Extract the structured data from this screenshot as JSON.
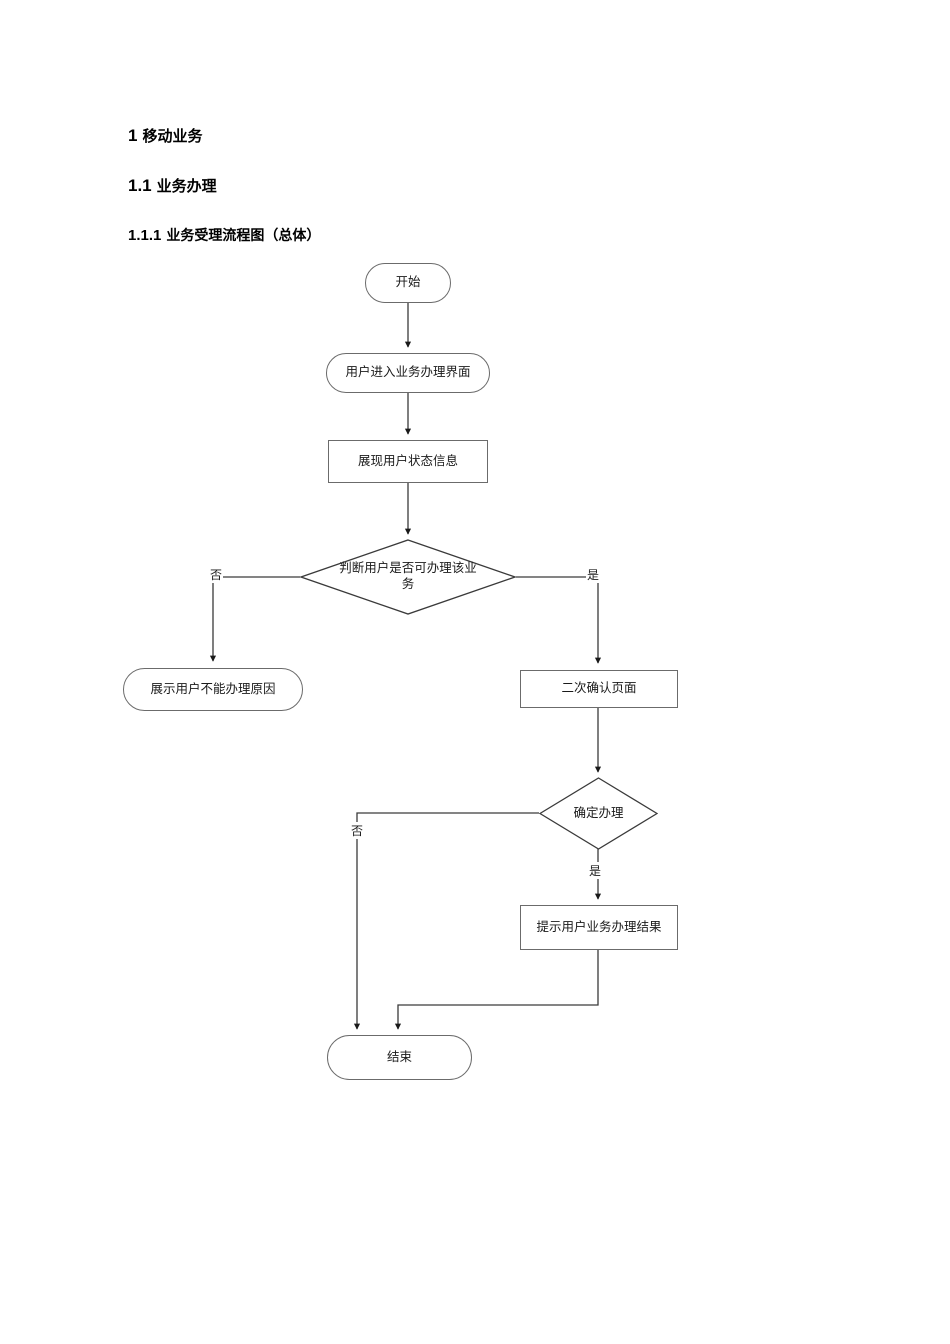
{
  "document": {
    "headings": [
      {
        "number": "1",
        "text": "移动业务"
      },
      {
        "number": "1.1",
        "text": "业务办理"
      },
      {
        "number": "1.1.1",
        "text": "业务受理流程图（总体）"
      }
    ]
  },
  "flowchart": {
    "title": "业务受理流程图（总体）",
    "stroke_color": "#6b6b6b",
    "line_color": "#3a3a3a",
    "text_color": "#1a1a1a",
    "background": "#ffffff",
    "nodes": [
      {
        "id": "start",
        "shape": "stadium",
        "label": "开始"
      },
      {
        "id": "enter-ui",
        "shape": "stadium",
        "label": "用户进入业务办理界面"
      },
      {
        "id": "show-status",
        "shape": "rect",
        "label": "展现用户状态信息"
      },
      {
        "id": "check-eligible",
        "shape": "diamond",
        "label_line1": "判断用户是否可办理该业",
        "label_line2": "务"
      },
      {
        "id": "show-reason",
        "shape": "stadium",
        "label": "展示用户不能办理原因"
      },
      {
        "id": "confirm-page",
        "shape": "rect",
        "label": "二次确认页面"
      },
      {
        "id": "confirm-do",
        "shape": "diamond",
        "label_line1": "确定办理",
        "label_line2": ""
      },
      {
        "id": "show-result",
        "shape": "rect",
        "label": "提示用户业务办理结果"
      },
      {
        "id": "end",
        "shape": "stadium",
        "label": "结束"
      }
    ],
    "edge_labels": {
      "eligible_no": "否",
      "eligible_yes": "是",
      "confirm_no": "否",
      "confirm_yes": "是"
    }
  }
}
